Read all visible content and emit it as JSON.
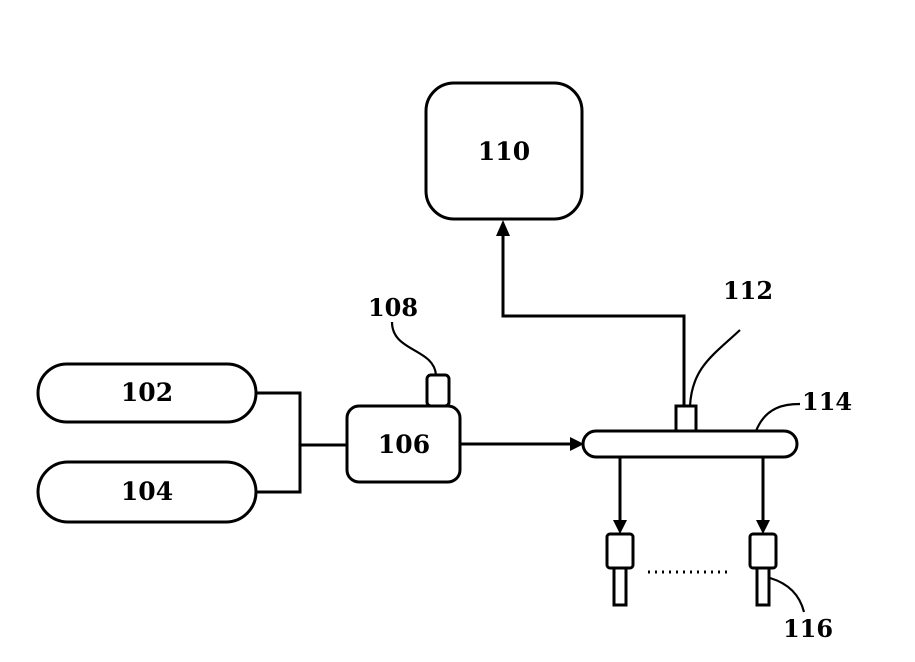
{
  "labels": {
    "box_102": "102",
    "box_104": "104",
    "box_106": "106",
    "ref_108": "108",
    "box_110": "110",
    "ref_112": "112",
    "ref_114": "114",
    "ref_116": "116"
  },
  "colors": {
    "stroke": "#000000",
    "background": "#ffffff"
  }
}
